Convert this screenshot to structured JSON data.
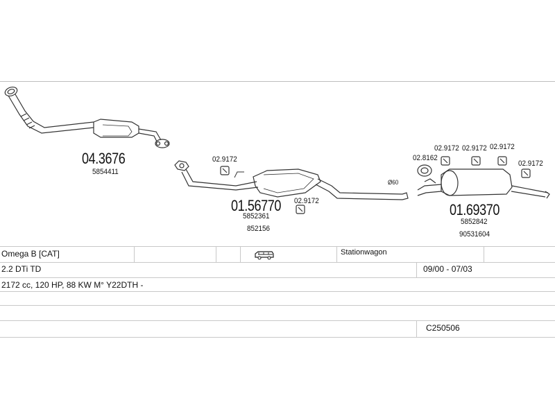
{
  "parts": {
    "p1_code": "04.3676",
    "p1_oem": "5854411",
    "p2_clamp": "02.9172",
    "p2_code": "01.56770",
    "p2_oem1": "5852361",
    "p2_oem2": "852156",
    "p2_clamp2": "02.9172",
    "p2_pipe_dia": "Ø60",
    "p3_gasket": "02.8162",
    "p3_clamp_a": "02.9172",
    "p3_clamp_b": "02.9172",
    "p3_clamp_c": "02.9172",
    "p3_clamp_d": "02.9172",
    "p3_code": "01.69370",
    "p3_oem1": "5852842",
    "p3_oem2": "90531604"
  },
  "vehicle": {
    "model": "Omega B  [CAT]",
    "body": "Stationwagon",
    "engine": "2.2 DTi TD",
    "years": "09/00 - 07/03",
    "specs": "2172 cc, 120 HP, 88 KW M° Y22DTH -",
    "ref": "C250506",
    "body_icon": "station-wagon-icon"
  }
}
